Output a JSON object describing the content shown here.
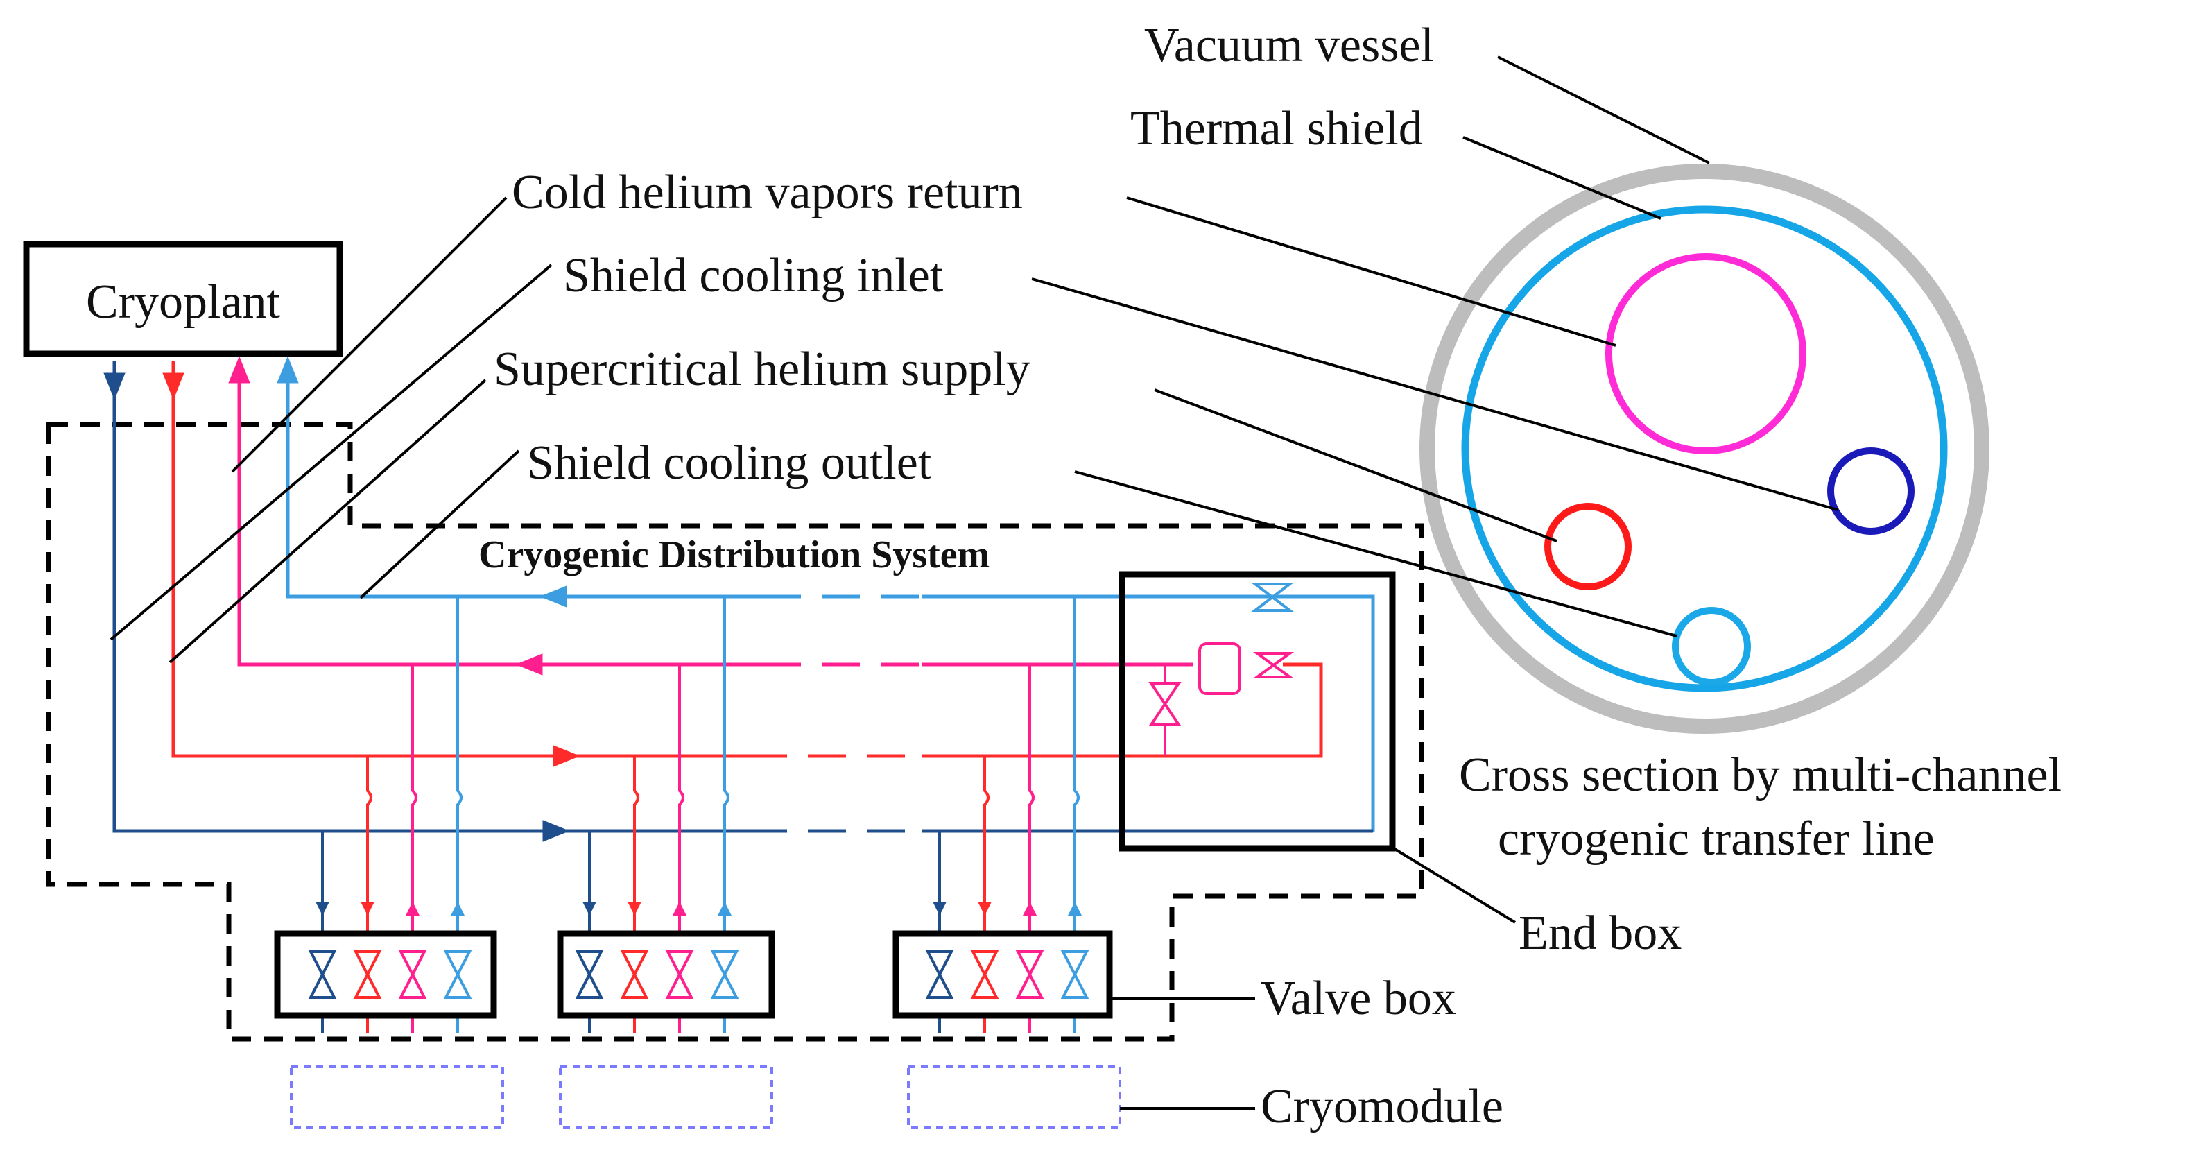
{
  "labels": {
    "cryoplant": "Cryoplant",
    "vacuum_vessel": "Vacuum vessel",
    "thermal_shield": "Thermal shield",
    "cold_helium_return": "Cold helium vapors return",
    "shield_cooling_inlet": "Shield cooling inlet",
    "supercritical_supply": "Supercritical helium supply",
    "shield_cooling_outlet": "Shield cooling outlet",
    "distribution_system": "Cryogenic Distribution System",
    "cross_section_line1": "Cross section by multi-channel",
    "cross_section_line2": "cryogenic transfer line",
    "end_box": "End box",
    "valve_box": "Valve box",
    "cryomodule": "Cryomodule"
  },
  "colors": {
    "cold_return": "#1f4e8c",
    "supercritical_supply": "#ff2a2a",
    "shield_inlet": "#ff1f8e",
    "shield_outlet": "#3c9ee0",
    "vacuum_vessel": "#bdbdbd",
    "thermal_shield": "#16a6e8",
    "pipe_return_circle": "#ff2bd6",
    "pipe_inlet_circle": "#1a1ab8",
    "pipe_supply_circle": "#ff1a1a",
    "pipe_outlet_circle": "#1aa8e8",
    "cryomodule_outline": "#7a7aff"
  }
}
